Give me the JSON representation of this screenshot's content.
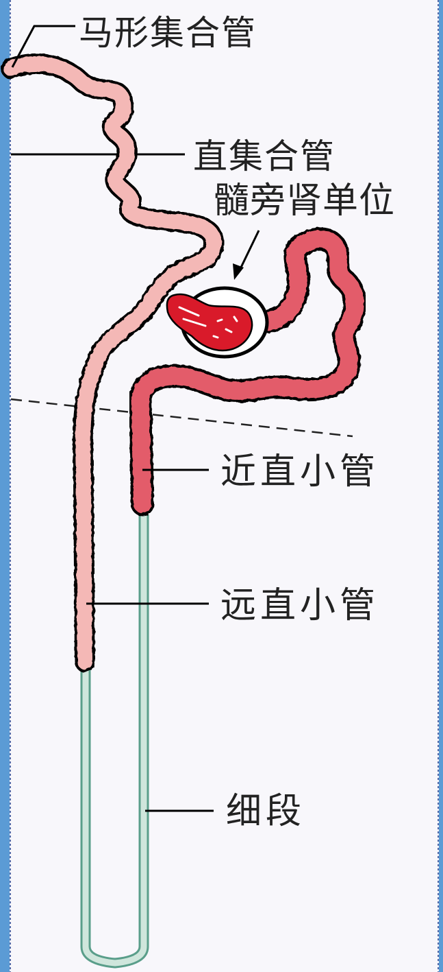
{
  "labels": {
    "arcuate_collecting_duct": "马形集合管",
    "straight_collecting_duct": "直集合管",
    "juxtamedullary_nephron": "髓旁肾单位",
    "proximal_straight_tubule": "近直小管",
    "distal_straight_tubule": "远直小管",
    "thin_segment": "细段"
  },
  "colors": {
    "side_border": "#5b9bd5",
    "frame_dash": "#1f3f8f",
    "page_background": "#f8f7fb",
    "outline": "#000000",
    "distal_tubule_fill": "#f4b8b6",
    "proximal_tubule_fill": "#e35c6a",
    "glomerulus_fill": "#d91a2a",
    "thin_segment_fill": "#cfe6dc",
    "thin_segment_outline": "#5a9e8a"
  }
}
